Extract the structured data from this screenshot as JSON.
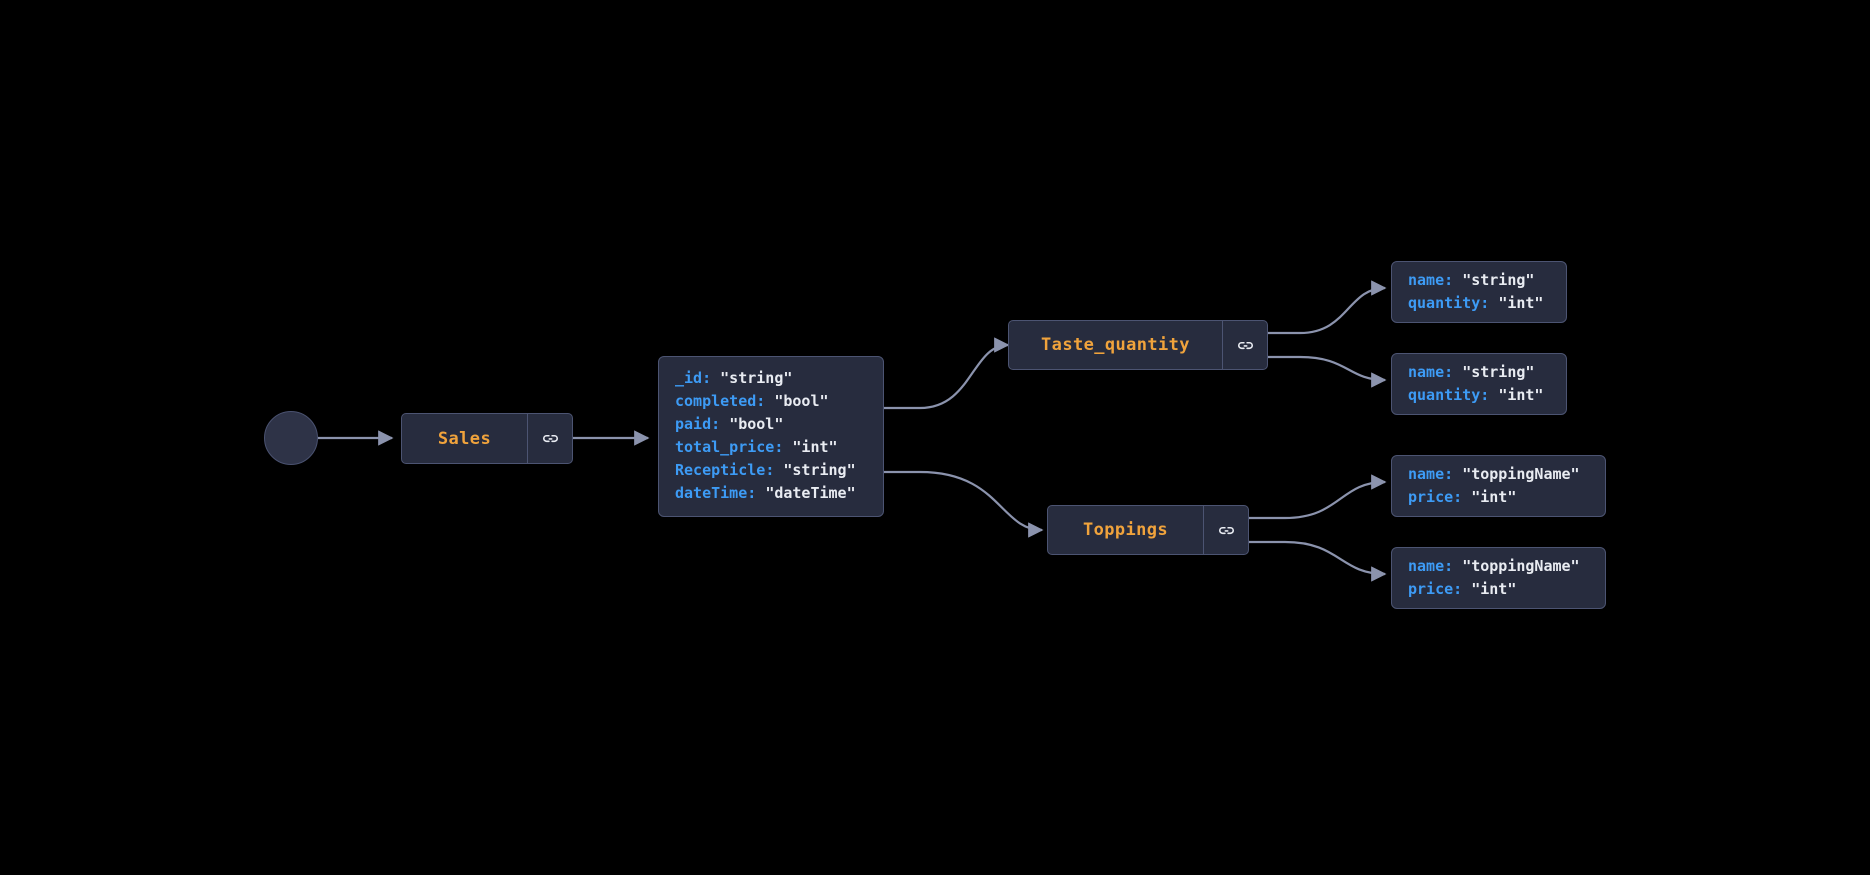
{
  "canvas": {
    "background": "#000000",
    "node_fill": "#272c3e",
    "node_border": "#4c5472",
    "edge_color": "#8b93ad",
    "label_color": "#f0a33c",
    "key_color": "#3d9bf5",
    "value_color": "#e9ecf2"
  },
  "start_node": {
    "name": "start-node"
  },
  "nodes": [
    {
      "id": "sales",
      "label": "Sales",
      "icon": "link-icon"
    },
    {
      "id": "taste_quantity",
      "label": "Taste_quantity",
      "icon": "link-icon"
    },
    {
      "id": "toppings",
      "label": "Toppings",
      "icon": "link-icon"
    }
  ],
  "schema_boxes": [
    {
      "id": "sales-schema",
      "fields": [
        {
          "key": "_id",
          "value": "\"string\""
        },
        {
          "key": "completed",
          "value": "\"bool\""
        },
        {
          "key": "paid",
          "value": "\"bool\""
        },
        {
          "key": "total_price",
          "value": "\"int\""
        },
        {
          "key": "Recepticle",
          "value": "\"string\""
        },
        {
          "key": "dateTime",
          "value": "\"dateTime\""
        }
      ]
    },
    {
      "id": "taste-quantity-schema-1",
      "fields": [
        {
          "key": "name",
          "value": "\"string\""
        },
        {
          "key": "quantity",
          "value": "\"int\""
        }
      ]
    },
    {
      "id": "taste-quantity-schema-2",
      "fields": [
        {
          "key": "name",
          "value": "\"string\""
        },
        {
          "key": "quantity",
          "value": "\"int\""
        }
      ]
    },
    {
      "id": "toppings-schema-1",
      "fields": [
        {
          "key": "name",
          "value": "\"toppingName\""
        },
        {
          "key": "price",
          "value": "\"int\""
        }
      ]
    },
    {
      "id": "toppings-schema-2",
      "fields": [
        {
          "key": "name",
          "value": "\"toppingName\""
        },
        {
          "key": "price",
          "value": "\"int\""
        }
      ]
    }
  ]
}
